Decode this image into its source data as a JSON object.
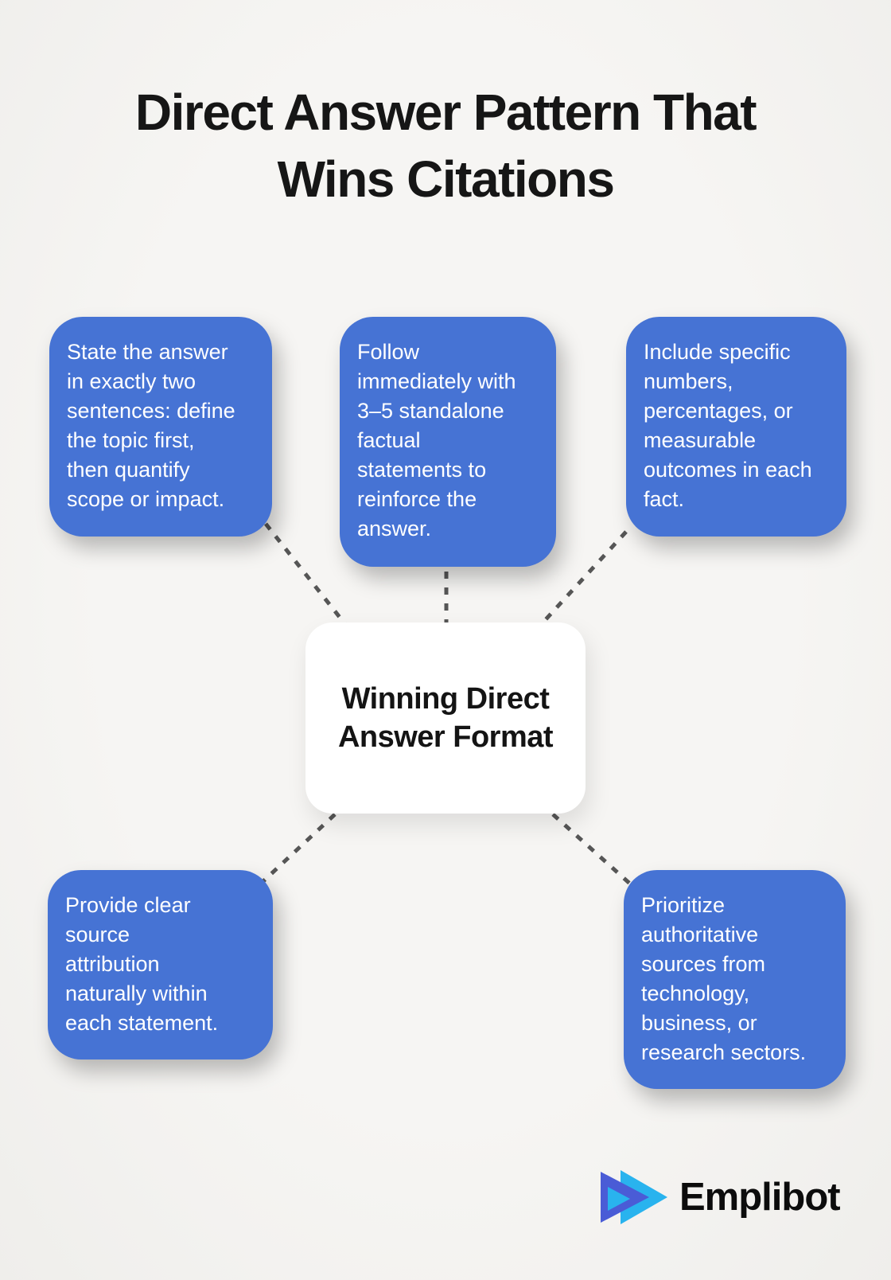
{
  "page": {
    "title": "Direct Answer Pattern That\nWins Citations",
    "background": "#f4f3f1"
  },
  "center_node": {
    "label": "Winning Direct\nAnswer Format"
  },
  "nodes": [
    {
      "position": "top-left",
      "text": "State the answer\nin exactly two\nsentences: define\nthe topic first,\nthen quantify\nscope or impact."
    },
    {
      "position": "top-middle",
      "text": "Follow\nimmediately with\n3–5 standalone\nfactual\nstatements to\nreinforce the\nanswer."
    },
    {
      "position": "top-right",
      "text": "Include specific\nnumbers,\npercentages, or\nmeasurable\noutcomes in each\nfact."
    },
    {
      "position": "bottom-left",
      "text": "Provide clear\nsource\nattribution\nnaturally within\neach statement."
    },
    {
      "position": "bottom-right",
      "text": "Prioritize\nauthoritative\nsources from\ntechnology,\nbusiness, or\nresearch sectors."
    }
  ],
  "colors": {
    "node_fill": "#4673d4",
    "node_text": "#ffffff",
    "connector": "#565656",
    "title_text": "#161616",
    "center_fill": "#ffffff",
    "center_text": "#141414"
  },
  "logo": {
    "text": "Emplibot",
    "icon": "double-play-triangle-icon",
    "icon_back_color": "#4a5cd6",
    "icon_front_color": "#29b3ee",
    "text_color": "#0c0c0c"
  }
}
